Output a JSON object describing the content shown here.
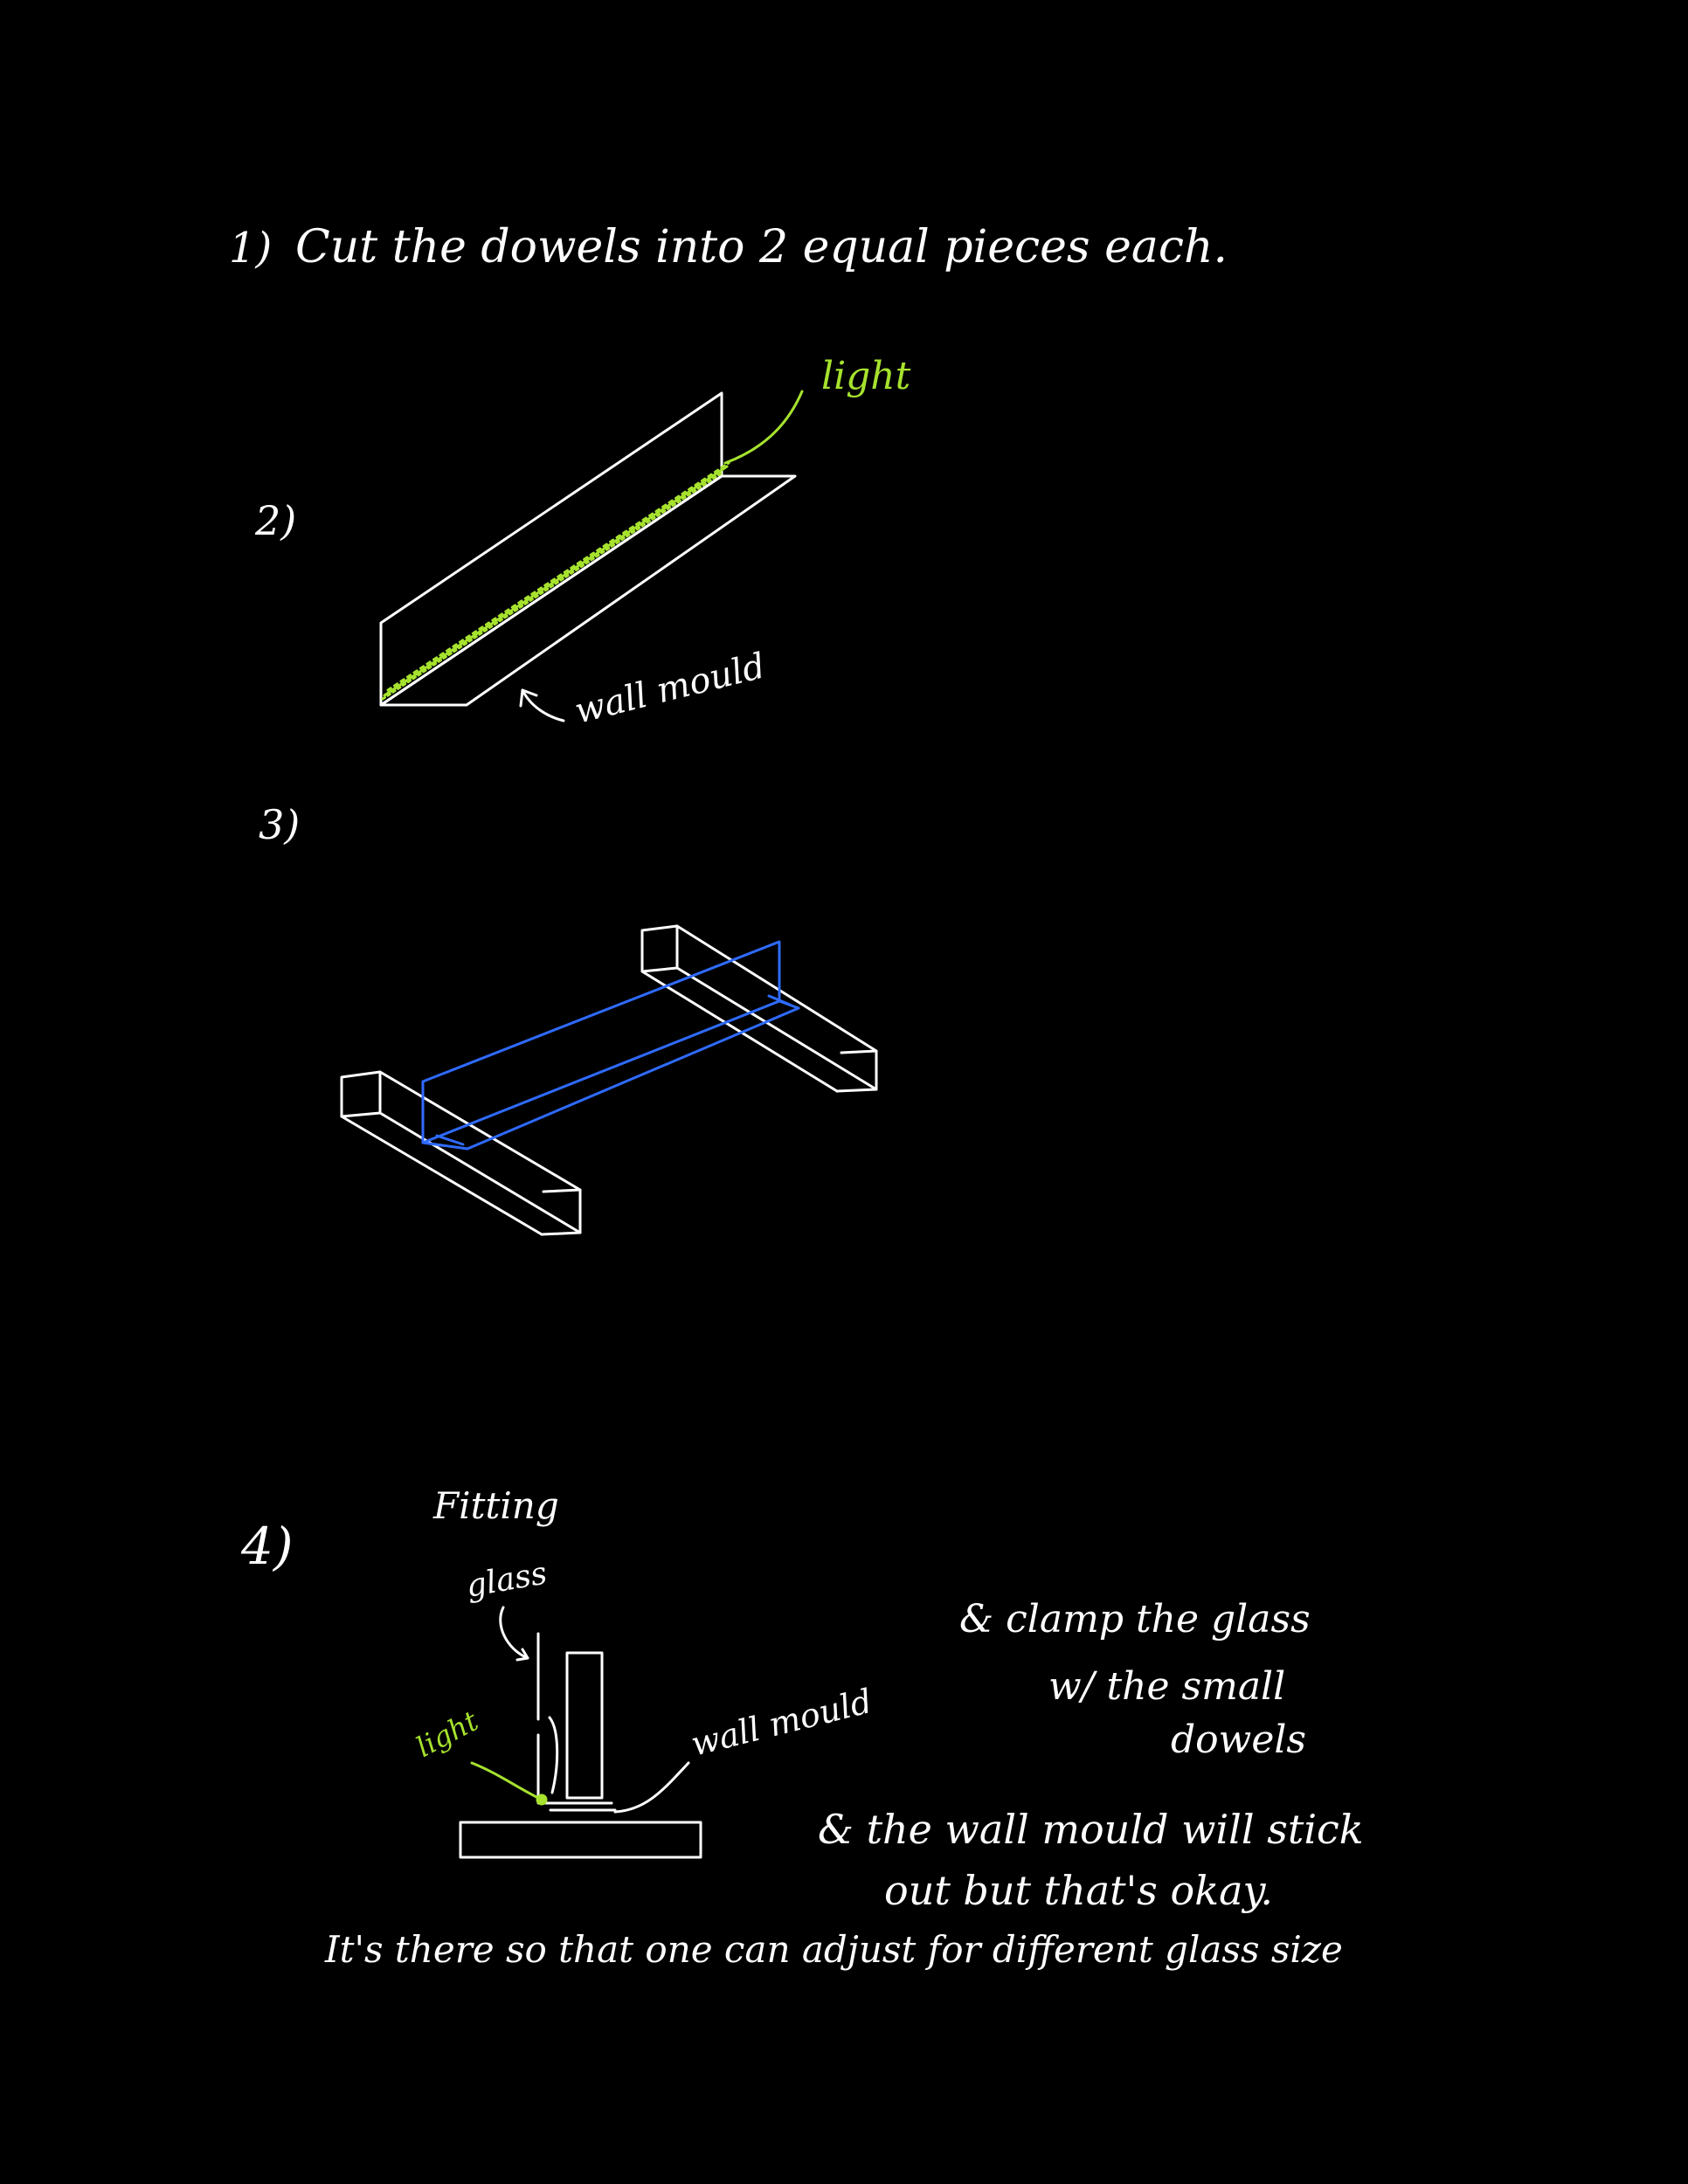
{
  "canvas": {
    "background": "#000000"
  },
  "colors": {
    "ink": "#ffffff",
    "light_highlight": "#a6e22e",
    "glass_outline": "#2f6bff"
  },
  "steps": [
    {
      "number": "1)",
      "text": "Cut the dowels into 2 equal pieces each."
    },
    {
      "number": "2)",
      "labels": {
        "light": "light",
        "wall_mould": "wall mould"
      }
    },
    {
      "number": "3)"
    },
    {
      "number": "4)",
      "labels": {
        "fitting": "Fitting",
        "glass": "glass",
        "light": "light",
        "wall_mould": "wall mould"
      },
      "notes": [
        "& clamp the glass",
        "w/ the small",
        "dowels",
        "& the wall mould will stick",
        "out but that's okay."
      ],
      "footer": "It's there so that one can adjust for different glass size"
    }
  ]
}
